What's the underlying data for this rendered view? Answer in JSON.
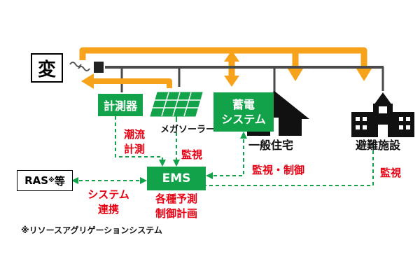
{
  "colors": {
    "accent_orange": "#f7a21b",
    "green": "#12a24a",
    "red_text": "#e60012",
    "line_gray": "#555555",
    "black": "#111111"
  },
  "nodes": {
    "transformer": "変",
    "meter": "計測器",
    "solar": "メガソーラー",
    "storage_line1": "蓄電",
    "storage_line2": "システム",
    "house": "一般住宅",
    "shelter": "避難施設",
    "ems": "EMS",
    "ras": "RAS",
    "ras_mark": "※",
    "ras_suffix": "等"
  },
  "labels": {
    "tidal_line1": "潮流",
    "tidal_line2": "計測",
    "monitor": "監視",
    "monitor_control": "監視・制御",
    "monitor_shelter": "監視",
    "system_line1": "システム",
    "system_line2": "連携",
    "forecast_line1": "各種予測",
    "forecast_line2": "制御計画"
  },
  "footnote": "※リソースアグリゲーションシステム",
  "icons": {
    "sun": "solar-panel-icon",
    "house": "house-icon",
    "shelter": "school-building-icon",
    "switch": "switch-icon"
  }
}
